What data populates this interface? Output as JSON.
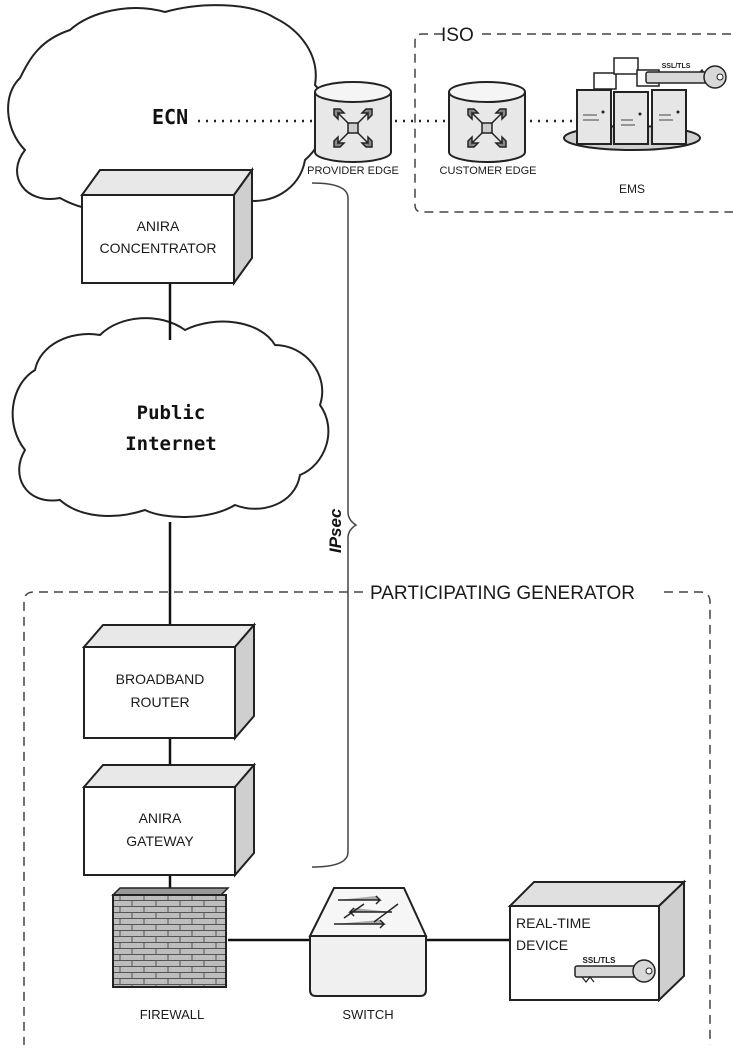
{
  "clouds": {
    "ecn": "ECN",
    "internet_line1": "Public",
    "internet_line2": "Internet"
  },
  "nodes": {
    "provider_edge": "PROVIDER EDGE",
    "customer_edge": "CUSTOMER EDGE",
    "ems": "EMS",
    "ems_key": "SSL/TLS",
    "anira_concentrator_line1": "ANIRA",
    "anira_concentrator_line2": "CONCENTRATOR",
    "broadband_router_line1": "BROADBAND",
    "broadband_router_line2": "ROUTER",
    "anira_gateway_line1": "ANIRA",
    "anira_gateway_line2": "GATEWAY",
    "firewall": "FIREWALL",
    "switch": "SWITCH",
    "realtime_line1": "REAL-TIME",
    "realtime_line2": "DEVICE",
    "realtime_key": "SSL/TLS"
  },
  "groups": {
    "iso": "ISO",
    "participating_generator": "PARTICIPATING GENERATOR"
  },
  "tunnel": {
    "ipsec": "IPsec"
  }
}
